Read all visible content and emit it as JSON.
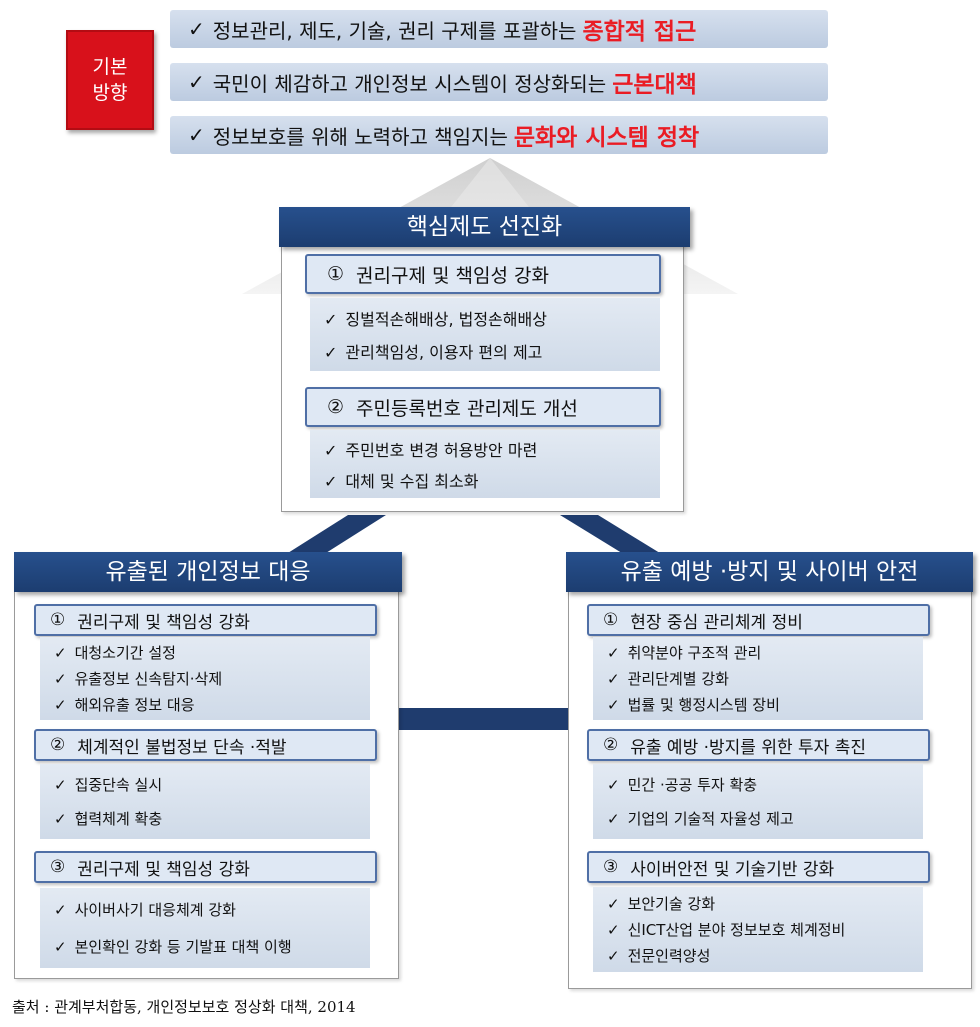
{
  "basic": {
    "badge_line1": "기본",
    "badge_line2": "방향",
    "check": "✓",
    "rows": [
      {
        "text": "정보관리, 제도, 기술, 권리 구제를 포괄하는",
        "highlight": "종합적 접근"
      },
      {
        "text": "국민이 체감하고 개인정보 시스템이 정상화되는",
        "highlight": "근본대책"
      },
      {
        "text": "정보보호를 위해 노력하고 책임지는",
        "highlight": "문화와 시스템 정착"
      }
    ]
  },
  "center": {
    "title": "핵심제도 선진화",
    "groups": [
      {
        "num": "①",
        "head": "권리구제 및 책임성 강화",
        "items": [
          "징벌적손해배상, 법정손해배상",
          "관리책임성, 이용자 편의 제고"
        ]
      },
      {
        "num": "②",
        "head": "주민등록번호 관리제도 개선",
        "items": [
          "주민번호 변경 허용방안 마련",
          "대체 및 수집 최소화"
        ]
      }
    ]
  },
  "left": {
    "title": "유출된 개인정보 대응",
    "groups": [
      {
        "num": "①",
        "head": "권리구제 및 책임성 강화",
        "items": [
          "대청소기간 설정",
          "유출정보 신속탐지·삭제",
          "해외유출 정보 대응"
        ]
      },
      {
        "num": "②",
        "head": "체계적인 불법정보 단속 ·적발",
        "items": [
          "집중단속 실시",
          "협력체계 확충"
        ]
      },
      {
        "num": "③",
        "head": "권리구제 및 책임성 강화",
        "items": [
          "사이버사기 대응체계 강화",
          "본인확인 강화 등 기발표 대책 이행"
        ]
      }
    ]
  },
  "right": {
    "title": "유출 예방 ·방지 및 사이버 안전",
    "groups": [
      {
        "num": "①",
        "head": "현장 중심 관리체계 정비",
        "items": [
          "취약분야 구조적 관리",
          "관리단계별 강화",
          "법률 및 행정시스템 장비"
        ]
      },
      {
        "num": "②",
        "head": "유출 예방 ·방지를 위한 투자 촉진",
        "items": [
          "민간 ·공공 투자 확충",
          "기업의 기술적 자율성 제고"
        ]
      },
      {
        "num": "③",
        "head": "사이버안전 및 기술기반 강화",
        "items": [
          "보안기술 강화",
          "신ICT산업 분야 정보보호 체계정비",
          "전문인력양성"
        ]
      }
    ]
  },
  "source": "출처 : 관계부처합동, 개인정보보호 정상화 대책, 2014",
  "colors": {
    "title_bar": "#1c3d70",
    "badge": "#d8111b",
    "highlight": "#ea1c24",
    "item_bg": "#cfdae8"
  }
}
